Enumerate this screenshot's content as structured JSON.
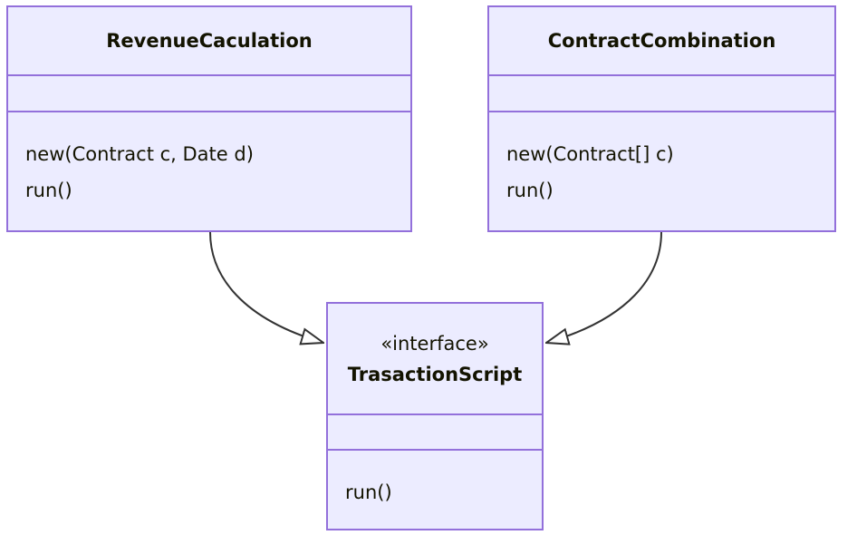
{
  "diagram": {
    "type": "uml-class-diagram",
    "classes": [
      {
        "name": "RevenueCaculation",
        "stereotype": "",
        "attributes": [],
        "methods": [
          "new(Contract c, Date d)",
          "run()"
        ]
      },
      {
        "name": "ContractCombination",
        "stereotype": "",
        "attributes": [],
        "methods": [
          "new(Contract[] c)",
          "run()"
        ]
      },
      {
        "name": "TrasactionScript",
        "stereotype": "«interface»",
        "attributes": [],
        "methods": [
          "run()"
        ]
      }
    ],
    "relations": [
      {
        "from": "RevenueCaculation",
        "to": "TrasactionScript",
        "type": "realization",
        "arrowhead": "hollow-triangle"
      },
      {
        "from": "ContractCombination",
        "to": "TrasactionScript",
        "type": "realization",
        "arrowhead": "hollow-triangle"
      }
    ],
    "colors": {
      "node_fill": "#ECECFF",
      "node_border": "#9370DB",
      "text": "#131300",
      "arrow": "#333333",
      "background": "#ffffff"
    }
  }
}
